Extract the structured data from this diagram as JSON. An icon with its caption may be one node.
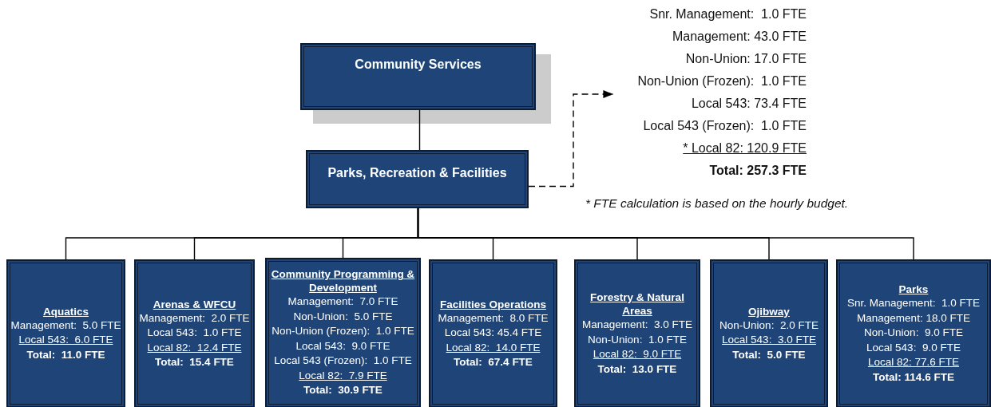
{
  "diagram": {
    "nodes": [
      {
        "text": [
          "Community Services"
        ]
      },
      {
        "text": [
          "Parks, Recreation & Facilities"
        ]
      },
      {
        "text": [
          "Snr. Management:  1.0 FTE",
          "Management: 43.0 FTE",
          "Non-Union: 17.0 FTE",
          "Non-Union (Frozen):  1.0 FTE",
          "Local 543: 73.4 FTE",
          "Local 543 (Frozen):  1.0 FTE",
          "* Local 82: 120.9 FTE",
          "Total: 257.3 FTE"
        ]
      },
      {
        "text": [
          "Aquatics",
          "Management:  5.0 FTE",
          "Local 543:  6.0 FTE",
          "Total:  11.0 FTE"
        ]
      },
      {
        "text": [
          "Arenas & WFCU",
          "Management:  2.0 FTE",
          "Local 543:  1.0 FTE",
          "Local 82:  12.4 FTE",
          "Total:  15.4 FTE"
        ]
      },
      {
        "text": [
          "Community Programming & Development",
          "Management:  7.0 FTE",
          "Non-Union:  5.0 FTE",
          "Non-Union (Frozen):  1.0 FTE",
          "Local 543:  9.0 FTE",
          "Local 543 (Frozen):  1.0 FTE",
          "Local 82:  7.9 FTE",
          "Total:  30.9 FTE"
        ]
      },
      {
        "text": [
          "Facilities Operations",
          "Management:  8.0 FTE",
          "Local 543: 45.4 FTE",
          "Local 82:  14.0 FTE",
          "Total:  67.4 FTE"
        ]
      },
      {
        "text": [
          "Forestry & Natural Areas",
          "Management:  3.0 FTE",
          "Non-Union:  1.0 FTE",
          "Local 82:  9.0 FTE",
          "Total:  13.0 FTE"
        ]
      },
      {
        "text": [
          "Ojibway",
          "Non-Union:  2.0 FTE",
          "Local 543:  3.0 FTE",
          "Total:  5.0 FTE"
        ]
      },
      {
        "text": [
          "Parks",
          "Snr. Management:  1.0 FTE",
          "Management: 18.0 FTE",
          "Non-Union:  9.0 FTE",
          "Local 543:  9.0 FTE",
          "Local 82: 77.6 FTE",
          "Total: 114.6 FTE"
        ]
      }
    ],
    "edges": [
      {
        "from": 0,
        "to": 1,
        "arrow": "none"
      },
      {
        "from": 1,
        "to": 2,
        "arrow": "to",
        "style": "dashed"
      },
      {
        "from": 1,
        "to": 3,
        "arrow": "none"
      },
      {
        "from": 1,
        "to": 4,
        "arrow": "none"
      },
      {
        "from": 1,
        "to": 5,
        "arrow": "none"
      },
      {
        "from": 1,
        "to": 6,
        "arrow": "none"
      },
      {
        "from": 1,
        "to": 7,
        "arrow": "none"
      },
      {
        "from": 1,
        "to": 8,
        "arrow": "none"
      },
      {
        "from": 1,
        "to": 9,
        "arrow": "none"
      }
    ],
    "labels": [
      "* FTE calculation is based on the hourly budget."
    ]
  }
}
